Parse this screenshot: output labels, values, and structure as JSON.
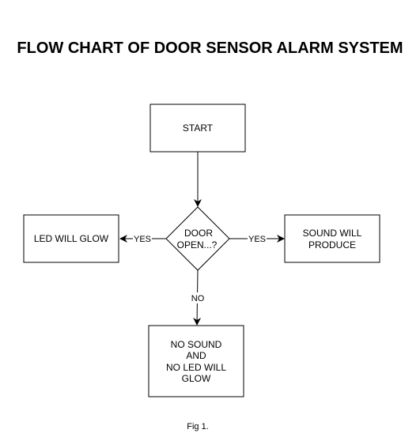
{
  "title": "FLOW CHART OF DOOR SENSOR ALARM SYSTEM",
  "caption": "Fig 1.",
  "nodes": {
    "start": {
      "lines": [
        "START"
      ]
    },
    "decision": {
      "lines": [
        "DOOR",
        "OPEN...?"
      ]
    },
    "led": {
      "lines": [
        "LED WILL GLOW"
      ]
    },
    "sound": {
      "lines": [
        "SOUND WILL",
        "PRODUCE"
      ]
    },
    "none": {
      "lines": [
        "NO SOUND",
        "AND",
        "NO LED WILL",
        "GLOW"
      ]
    }
  },
  "edges": {
    "to_led": "YES",
    "to_sound": "YES",
    "to_none": "NO"
  },
  "colors": {
    "stroke": "#000000",
    "fill": "#ffffff"
  }
}
